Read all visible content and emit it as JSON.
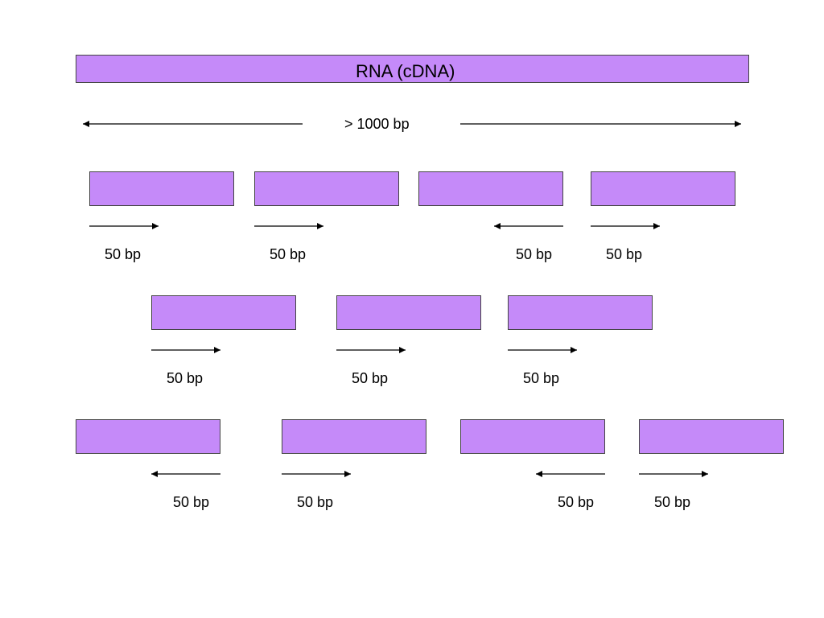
{
  "colors": {
    "fill": "#c58af9",
    "stroke": "#444444",
    "arrow": "#000000"
  },
  "rna": {
    "label": "RNA (cDNA)"
  },
  "span": {
    "label": "> 1000 bp",
    "direction": "both"
  },
  "rows": [
    {
      "reads": [
        {
          "direction": "forward",
          "label": "50 bp"
        },
        {
          "direction": "forward",
          "label": "50 bp"
        },
        {
          "direction": "reverse",
          "label": "50 bp"
        },
        {
          "direction": "forward",
          "label": "50 bp"
        }
      ]
    },
    {
      "reads": [
        {
          "direction": "forward",
          "label": "50 bp"
        },
        {
          "direction": "forward",
          "label": "50 bp"
        },
        {
          "direction": "forward",
          "label": "50 bp"
        }
      ]
    },
    {
      "reads": [
        {
          "direction": "reverse",
          "label": "50 bp"
        },
        {
          "direction": "forward",
          "label": "50 bp"
        },
        {
          "direction": "reverse",
          "label": "50 bp"
        },
        {
          "direction": "forward",
          "label": "50 bp"
        }
      ]
    }
  ]
}
